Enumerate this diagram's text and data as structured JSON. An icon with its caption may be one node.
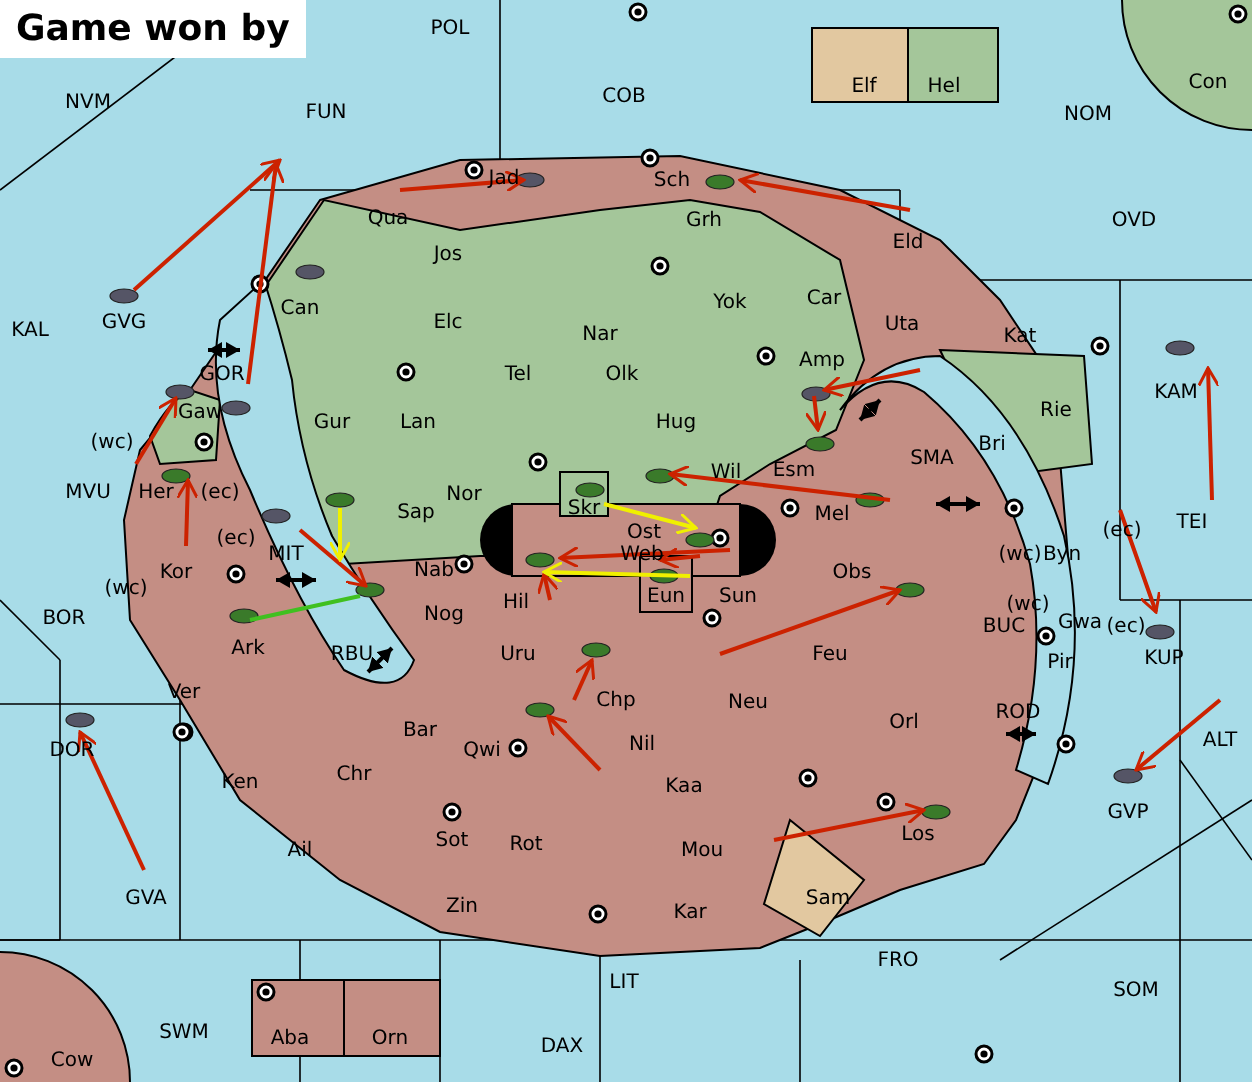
{
  "diagram": {
    "title": "Game won by",
    "labels": [
      "POL",
      "NVM",
      "FUN",
      "COB",
      "Elf",
      "Hel",
      "Con",
      "NOM",
      "Jad",
      "Sch",
      "Qua",
      "Grh",
      "Jos",
      "OVD",
      "Eld",
      "Can",
      "GVG",
      "Yok",
      "Car",
      "Elc",
      "Nar",
      "Uta",
      "Kat",
      "KAL",
      "GOR",
      "Tel",
      "Olk",
      "Amp",
      "KAM",
      "(wc)",
      "Gaw",
      "Gur",
      "Lan",
      "Hug",
      "Bri",
      "Rie",
      "MVU",
      "Wil",
      "Esm",
      "SMA",
      "Her",
      "(ec)",
      "Nor",
      "Sap",
      "Skr",
      "Ost",
      "Mel",
      "TEI",
      "(ec)",
      "MIT",
      "(ec)",
      "Kor",
      "Nab",
      "Web",
      "(wc)",
      "Byn",
      "Obs",
      "(wc)",
      "Eun",
      "Sun",
      "(wc)",
      "BOR",
      "Nog",
      "Hil",
      "BUC",
      "Gwa",
      "(ec)",
      "Ark",
      "RBU",
      "Uru",
      "Feu",
      "Pir",
      "KUP",
      "Chp",
      "Neu",
      "Ver",
      "DOR",
      "Orl",
      "ROD",
      "ALT",
      "Bar",
      "Qwi",
      "Nil",
      "Ken",
      "Chr",
      "Kaa",
      "GVP",
      "Ail",
      "Sot",
      "Rot",
      "Mou",
      "Los",
      "Sam",
      "Zin",
      "Kar",
      "GVA",
      "FRO",
      "LIT",
      "SOM",
      "SWM",
      "Aba",
      "Orn",
      "DAX",
      "Cow"
    ]
  }
}
